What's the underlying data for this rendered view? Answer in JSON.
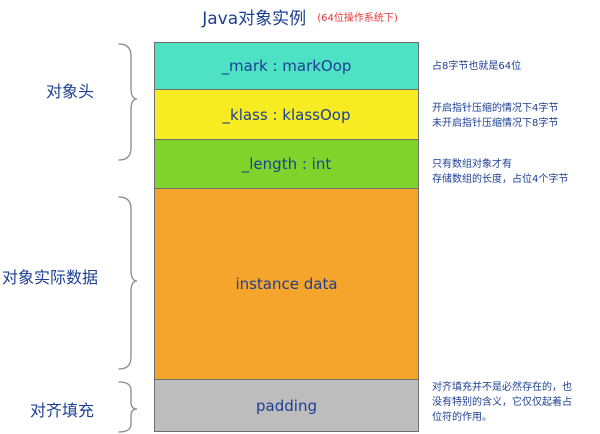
{
  "title": {
    "main": "Java对象实例",
    "sub": "(64位操作系统下)"
  },
  "groups": {
    "header": "对象头",
    "instance_data": "对象实际数据",
    "padding": "对齐填充"
  },
  "blocks": {
    "mark": "_mark : markOop",
    "klass": "_klass : klassOop",
    "length": "_length : int",
    "instance": "instance data",
    "padding": "padding"
  },
  "notes": {
    "mark": "占8字节也就是64位",
    "klass": "开启指针压缩的情况下4字节\n未开启指针压缩情况下8字节",
    "length": "只有数组对象才有\n存储数组的长度，占位4个字节",
    "padding": "对齐填充并不是必然存在的，也\n没有特别的含义，它仅仅起着占\n位符的作用。"
  },
  "colors": {
    "mark": "#4de2c4",
    "klass": "#f7eb22",
    "length": "#7fd32b",
    "instance": "#f5a52b",
    "padding": "#bdbdbd",
    "text": "#1c3f94",
    "subtitle": "#e5383b"
  }
}
